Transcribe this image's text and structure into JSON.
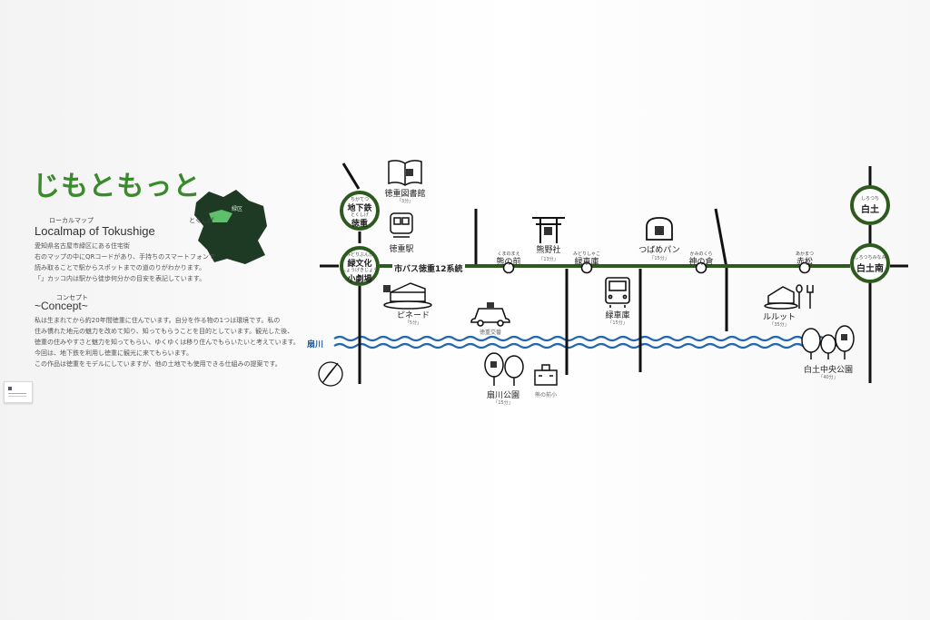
{
  "panel": {
    "logo": "じもともっと",
    "subtitle_ruby_left": "ローカルマップ",
    "subtitle_ruby_right": "とくしげ",
    "subtitle": "Localmap of Tokushige",
    "region_label": "緑区",
    "intro": [
      "愛知県名古屋市緑区にある住宅街",
      "右のマップの中にQRコードがあり、手持ちのスマートフォンで",
      "読み取ることで駅からスポットまでの道のりがわかります。",
      "「」カッコ内は駅から徒歩何分かの目安を表記しています。"
    ],
    "concept_ruby": "コンセプト",
    "concept_title": "~Concept~",
    "concept_body": [
      "私は生まれてから約20年間徳重に住んでいます。自分を作る物の1つは環境です。私の",
      "住み慣れた地元の魅力を改めて知り、知ってもらうことを目的としています。観光した後、",
      "徳重の住みやすさと魅力を知ってもらい、ゆくゆくは移り住んでもらいたいと考えています。",
      "今回は、地下鉄を利用し徳重に観光に来てもらいます。",
      "この作品は徳重をモデルにしていますが、他の土地でも使用できる仕組みの提案です。"
    ]
  },
  "map": {
    "colors": {
      "line": "#2d5a1e",
      "river": "#2266b0",
      "text": "#222222"
    },
    "bus_line": "市バス徳重12系統",
    "river": "扇川",
    "stations": {
      "tokushige": {
        "ruby_top": "ちかてつ",
        "top": "地下鉄",
        "ruby_bottom": "とくしげ",
        "bottom": "徳重"
      },
      "midoribunka": {
        "ruby_top": "みどりぶんか",
        "top": "緑文化",
        "ruby_bottom": "しょうげきじょう",
        "bottom": "小劇場"
      },
      "shiratsuchi": {
        "ruby": "しろつち",
        "label": "白土"
      },
      "shiratsuchiminami": {
        "ruby": "しろつちみなみ",
        "label": "白土南"
      }
    },
    "stops": [
      {
        "ruby": "くまのまえ",
        "label": "熊の前"
      },
      {
        "ruby": "みどりしゃこ",
        "label": "緑車庫"
      },
      {
        "ruby": "かみのくら",
        "label": "神の倉"
      },
      {
        "ruby": "あかまつ",
        "label": "赤松"
      }
    ],
    "spots": {
      "library": {
        "label": "徳重図書館",
        "dist": "「3分」"
      },
      "station": {
        "label": "徳重駅"
      },
      "pinede": {
        "label": "ピネード",
        "dist": "「5分」"
      },
      "kumanosha": {
        "label": "熊野社",
        "dist": "「13分」"
      },
      "tsubamepan": {
        "label": "つばめパン",
        "dist": "「15分」"
      },
      "depot": {
        "label": "緑車庫",
        "dist": "「15分」"
      },
      "koban": {
        "label": "徳重交番"
      },
      "ougawa_park": {
        "label": "扇川公園",
        "dist": "「15分」"
      },
      "school": {
        "label": "熊の前小"
      },
      "rurutto": {
        "label": "ルルット",
        "dist": "「35分」"
      },
      "shiratsuchi_park": {
        "label": "白土中央公園",
        "dist": "「40分」"
      }
    },
    "icons": [
      "book-icon",
      "train-icon",
      "cake-icon",
      "torii-icon",
      "bread-icon",
      "bus-icon",
      "police-car-icon",
      "tree-icon",
      "school-icon",
      "dessert-icon",
      "compass-icon"
    ]
  }
}
